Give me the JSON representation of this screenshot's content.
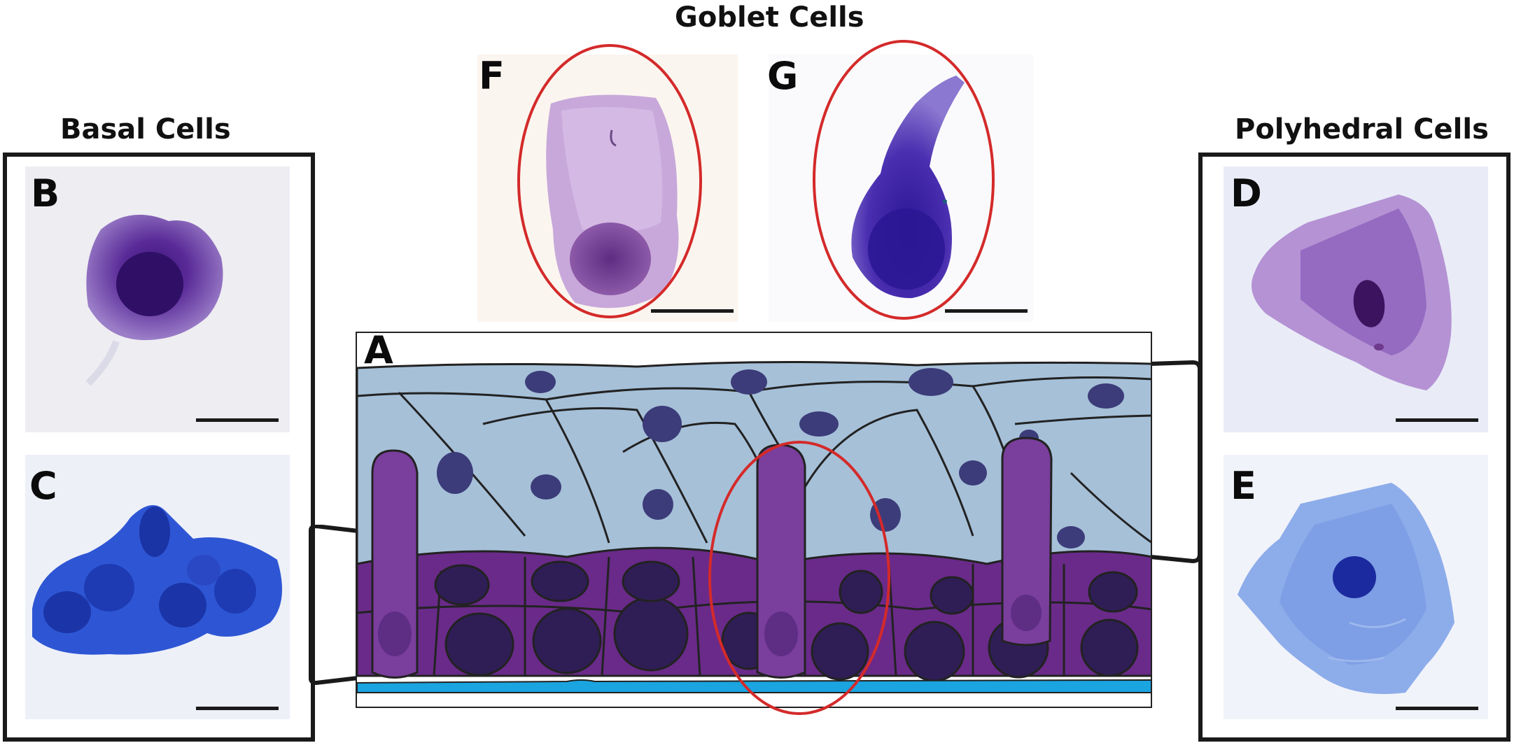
{
  "titles": {
    "goblet": "Goblet Cells",
    "basal": "Basal Cells",
    "polyhedral": "Polyhedral Cells"
  },
  "panels": {
    "a": "A",
    "b": "B",
    "c": "C",
    "d": "D",
    "e": "E",
    "f": "F",
    "g": "G"
  },
  "colors": {
    "frame": "#1a1a1a",
    "highlight_ring": "#d42a2a",
    "superficial_cell": "#a6c0d8",
    "superficial_nucleus": "#3c3c7a",
    "basal_cell": "#6a2a8a",
    "basal_nucleus": "#2f1e55",
    "goblet_cell": "#7a3e9c",
    "basement_membrane": "#1aa4e0"
  }
}
